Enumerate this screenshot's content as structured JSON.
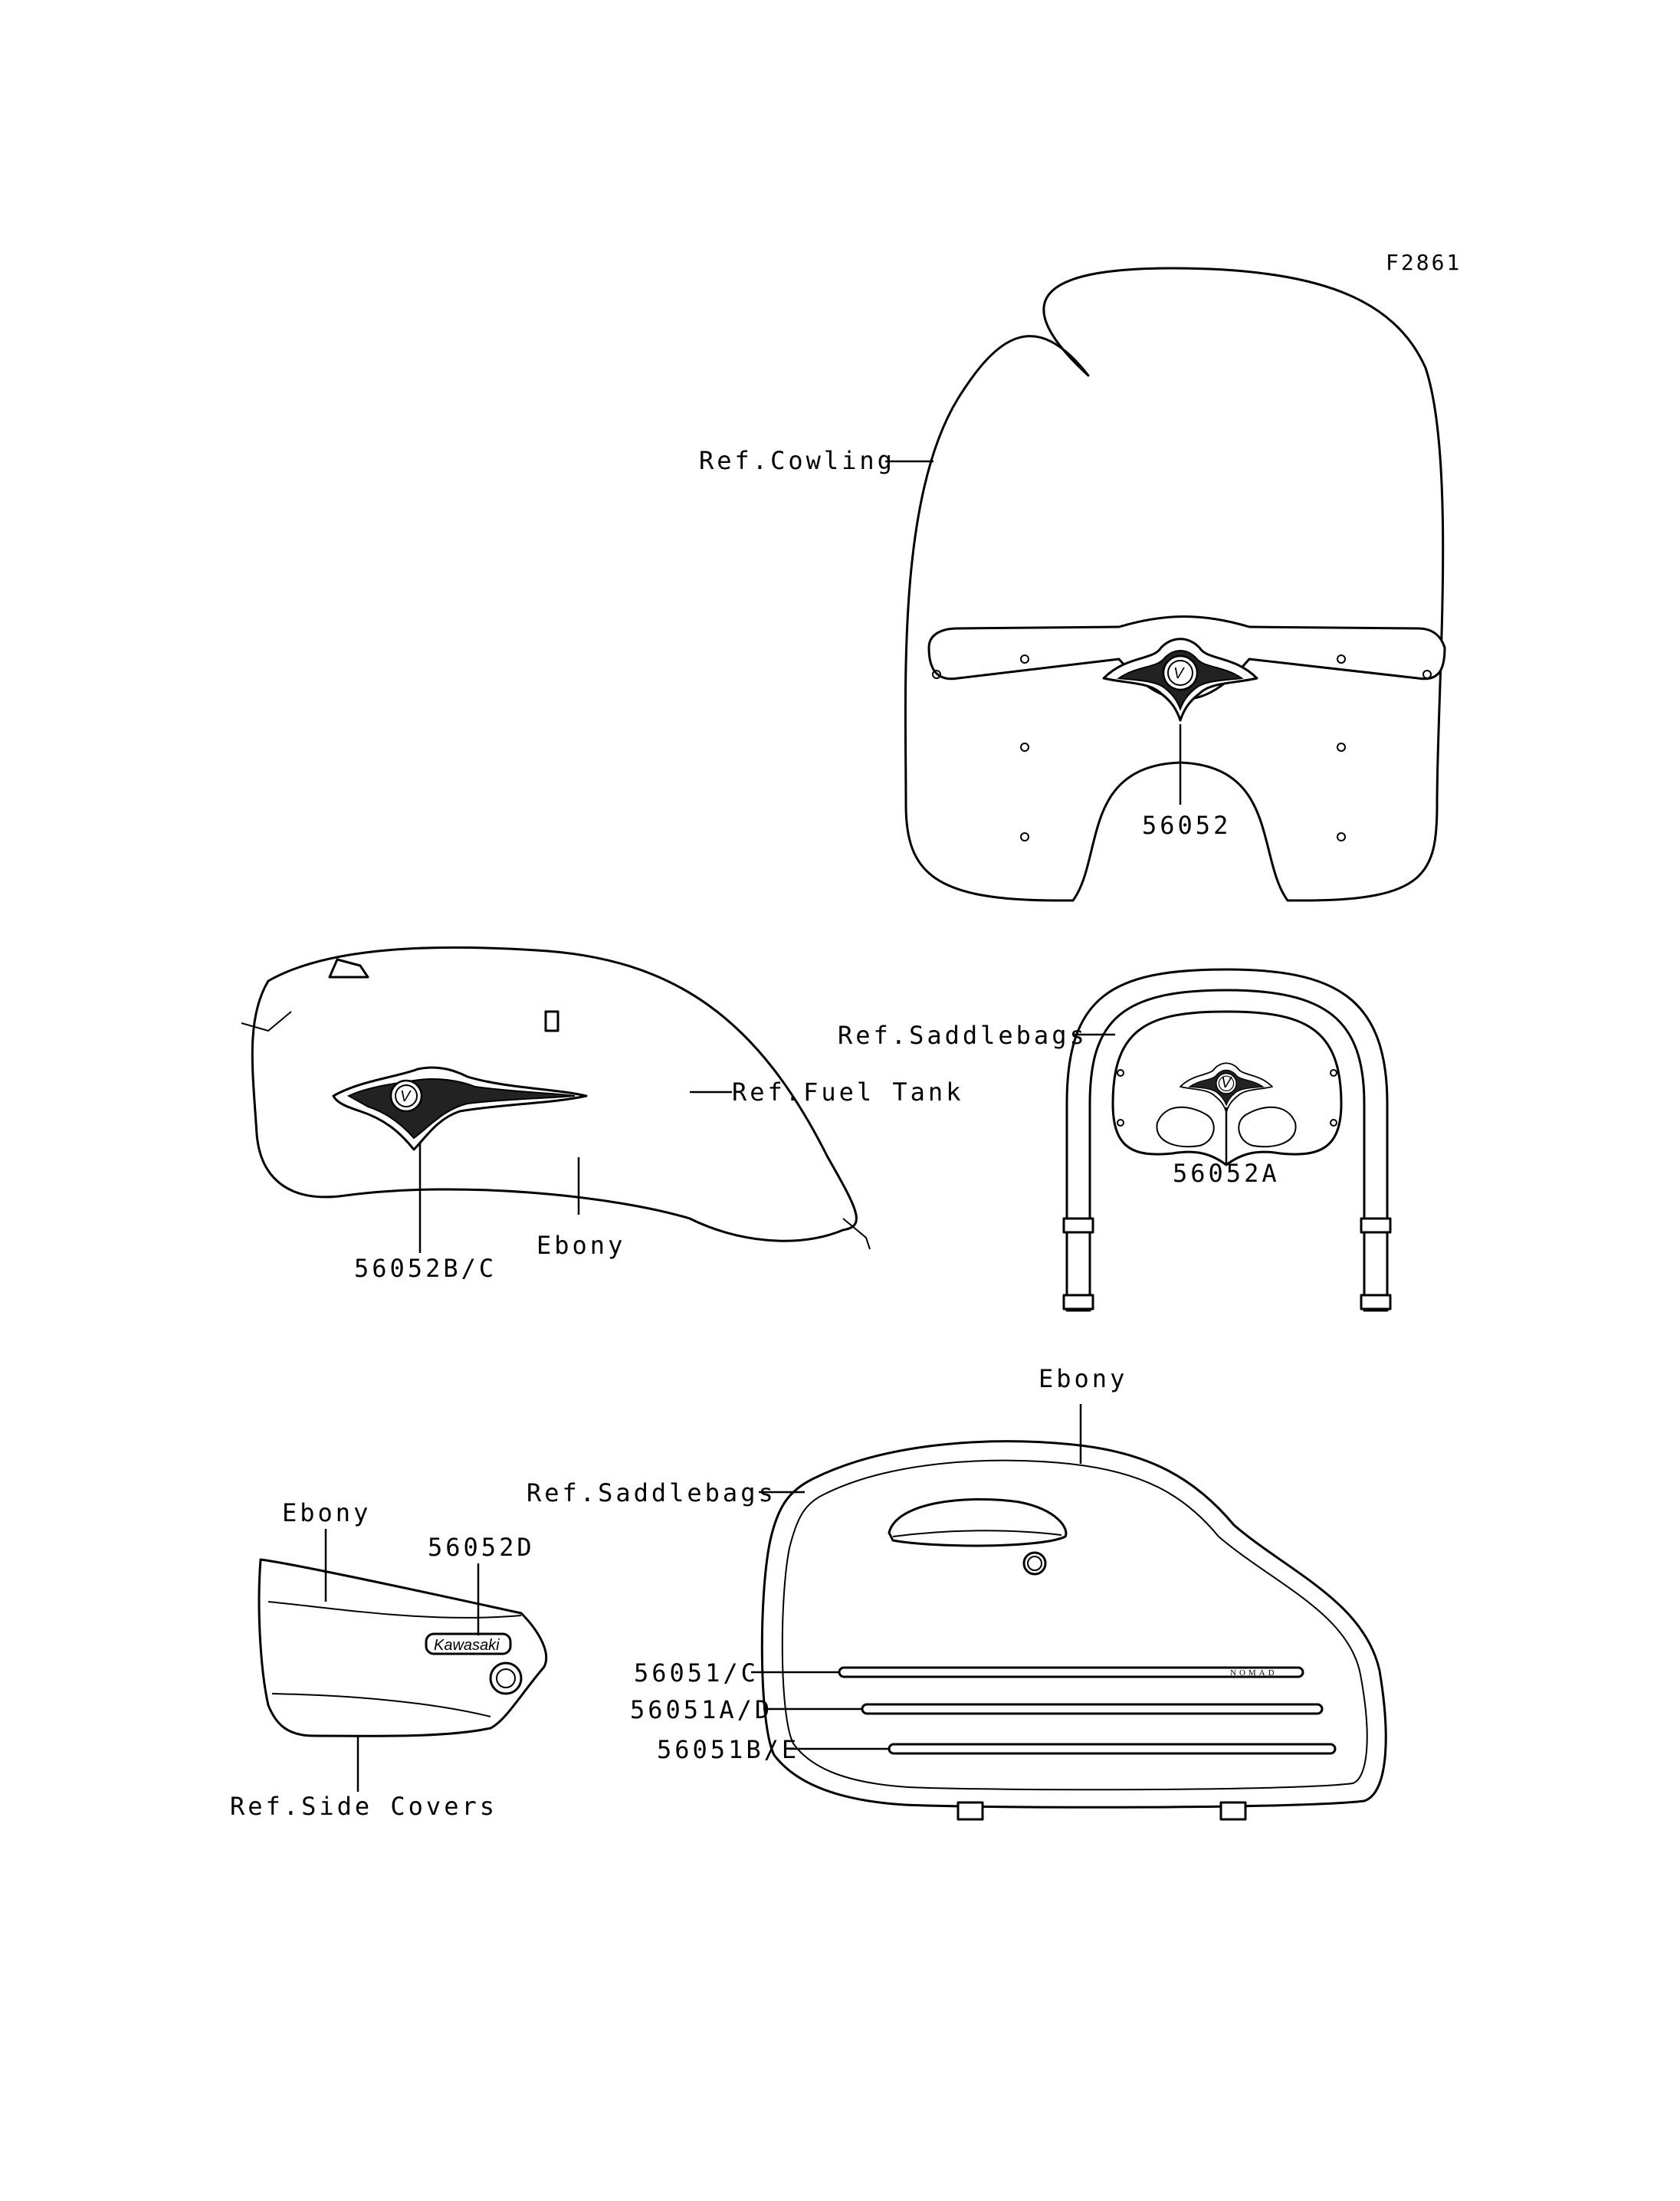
{
  "figure_code": "F2861",
  "labels": {
    "cowling_ref": "Ref.Cowling",
    "cowling_part": "56052",
    "fuel_tank_ref": "Ref.Fuel Tank",
    "fuel_tank_part": "56052B/C",
    "fuel_tank_color": "Ebony",
    "saddlebag_top_ref": "Ref.Saddlebags",
    "saddlebag_top_part": "56052A",
    "side_cover_color": "Ebony",
    "side_cover_part": "56052D",
    "side_cover_ref": "Ref.Side Covers",
    "saddlebag_ref": "Ref.Saddlebags",
    "saddlebag_color": "Ebony",
    "stripe_1": "56051/C",
    "stripe_2": "56051A/D",
    "stripe_3": "56051B/E"
  },
  "decals": {
    "side_cover_badge": "Kawasaki",
    "saddlebag_badge": "NOMAD",
    "emblem_letter": "V"
  }
}
